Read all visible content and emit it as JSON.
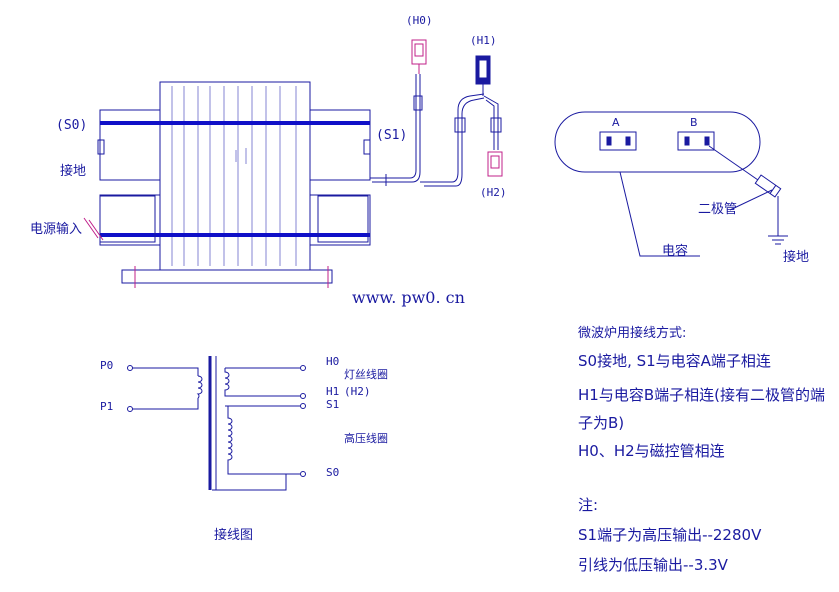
{
  "transformer_view": {
    "label_h0": "(H0)",
    "label_h1": "(H1)",
    "label_h2": "(H2)",
    "label_s0": "(S0)",
    "label_s1": "(S1)",
    "label_ground": "接地",
    "label_power_input": "电源输入"
  },
  "website": "www. pw0. cn",
  "capacitor_view": {
    "terminal_a": "A",
    "terminal_b": "B",
    "diode_label": "二极管",
    "ground_label": "接地",
    "capacitor_label": "电容"
  },
  "schematic": {
    "p0": "P0",
    "p1": "P1",
    "h0": "H0",
    "h1": "H1",
    "h2": "(H2)",
    "s1": "S1",
    "s0": "S0",
    "filament_coil": "灯丝线圈",
    "hv_coil": "高压线圈",
    "caption": "接线图"
  },
  "instructions": {
    "title": "微波炉用接线方式:",
    "line1": "S0接地, S1与电容A端子相连",
    "line2": "H1与电容B端子相连(接有二极管的端",
    "line3": "子为B)",
    "line4": "H0、H2与磁控管相连",
    "note_title": "注:",
    "note1": "S1端子为高压输出--2280V",
    "note2": "引线为低压输出--3.3V"
  },
  "colors": {
    "line": "#1a1aa0",
    "band": "#1010c8",
    "connector": "#c0208a"
  }
}
